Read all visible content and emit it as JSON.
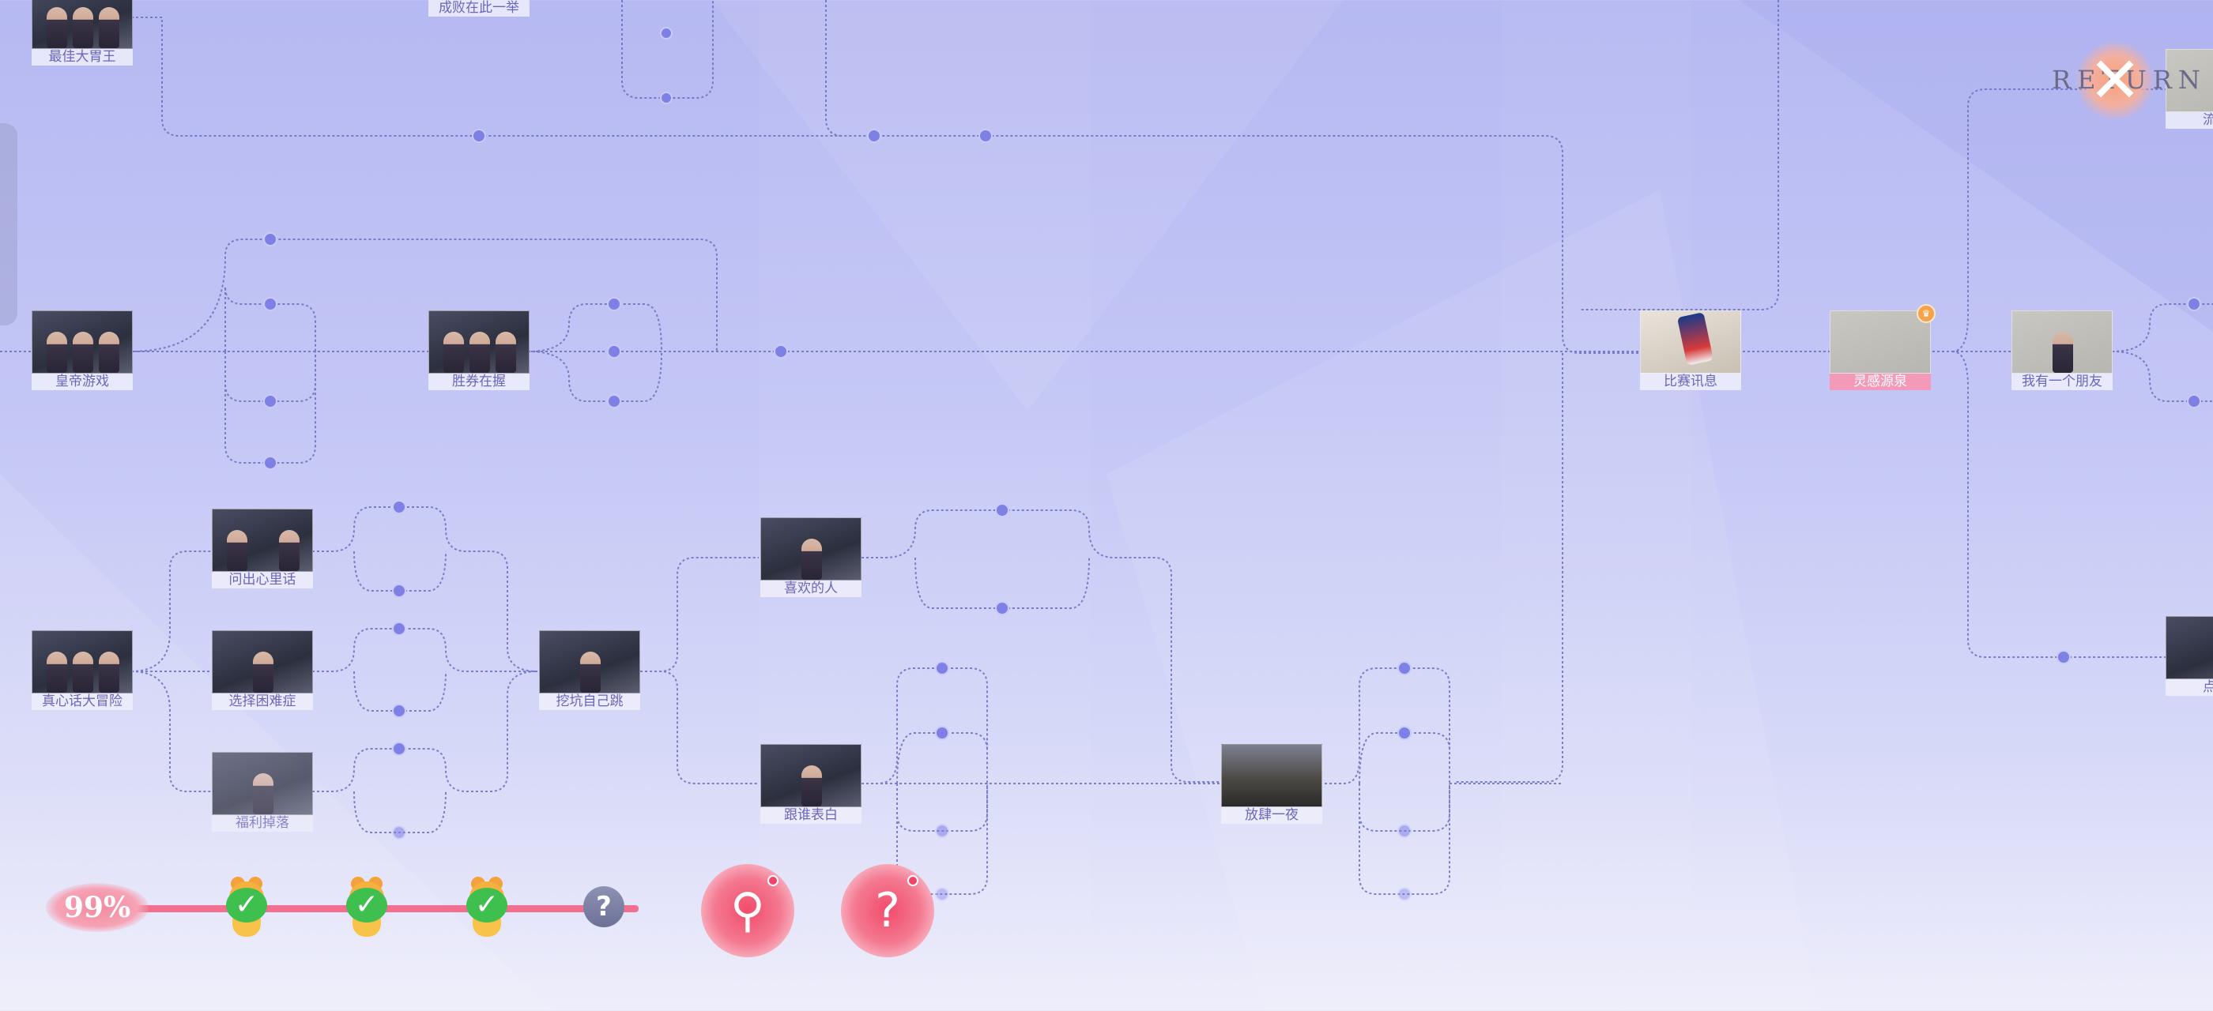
{
  "nodes": [
    {
      "label": "最佳大胃王"
    },
    {
      "label": "成败在此一举"
    },
    {
      "label": "皇帝游戏"
    },
    {
      "label": "胜券在握"
    },
    {
      "label": "问出心里话"
    },
    {
      "label": "真心话大冒险"
    },
    {
      "label": "选择困难症"
    },
    {
      "label": "福利掉落"
    },
    {
      "label": "挖坑自己跳"
    },
    {
      "label": "喜欢的人"
    },
    {
      "label": "跟谁表白"
    },
    {
      "label": "放肆一夜"
    },
    {
      "label": "比赛讯息"
    },
    {
      "label": "灵感源泉"
    },
    {
      "label": "我有一个朋友"
    },
    {
      "label": "流言"
    },
    {
      "label": "点单"
    }
  ],
  "return_button": {
    "label": "RETURN"
  },
  "progress": {
    "percent_label": "99%",
    "percent_value": 0.99,
    "milestones_completed": 3,
    "milestones_total": 4
  },
  "colors": {
    "line": "#6b6fbf",
    "dot": "#7f80e6",
    "progress_track": "#f26f8f",
    "highlight_caption": "#f39ab9"
  },
  "icons": {
    "return": "close-x-icon",
    "milestone": "bear-check-icon",
    "locked": "question-icon",
    "locate": "map-pin-icon",
    "help": "question-icon"
  }
}
